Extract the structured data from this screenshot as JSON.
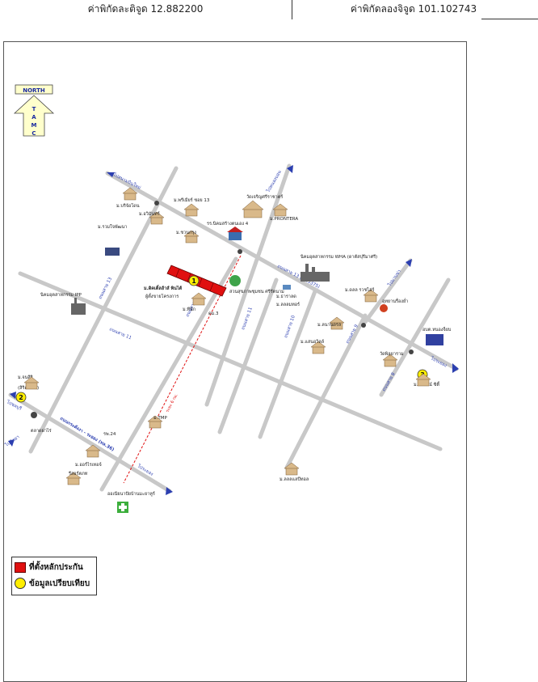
{
  "header": {
    "latitude": "ค่าพิกัดละติจูด 12.882200",
    "longitude": "ค่าพิกัดลองจิจูด 101.102743"
  },
  "compass": {
    "line1": "NORTH",
    "letters": [
      "T",
      "A",
      "M",
      "C"
    ]
  },
  "markers": [
    {
      "num": "1",
      "label": "ม.ดิคเติ้ลฮ้าส์ พินไต้",
      "sublabel": "ผู้ตั้งขายโครงการ"
    },
    {
      "num": "2",
      "label": "ม.จนสิริ",
      "sublabel": "(สิริคา 28)"
    },
    {
      "num": "3",
      "label": "ม.อัวารณ์ ซิตี้"
    }
  ],
  "roads": {
    "r13": "ถนนสาย 13 (ทล.3375)",
    "r11": "ถนนสาย 11",
    "r36": "ถนนกระดังงา - ระยอง (ทล.36)",
    "r_vertical": [
      "ถนนสาย 12",
      "ถนนสาย 11",
      "ถนนสาย 10",
      "ถนนสาย 9",
      "ถนนสาย 8"
    ],
    "r_left": "ถนนสาย 13"
  },
  "directions": {
    "to_banchang": "ไปสนามบินใหม่",
    "to_pluakdaeng_top": "ไปหนองบอน",
    "to_rayong_right": "ไประยอง",
    "to_rayong_top": "ไปมาบข่า",
    "to_chonburi_left": "ไปชลบุรี",
    "to_sattahip": "ไปพัทยา",
    "to_rayong_bottom": "ไประยอง"
  },
  "places": [
    "ม.บริจ้อโดน",
    "ม.อวิมันทร์",
    "ม.รวมใจพัฒนา",
    "นิคมอุตสาหกรรม IPP",
    "ม.พรีเมียร์ ซอย 13",
    "วัดเจริญศรีราชาตร์",
    "ม.ชวนกรุง",
    "ม.PRONTERA",
    "รร.นิคมสร้างตนเอง 4",
    "นิคมอุตสาหกรรม WHA (ดาตัสปุรีมาศรี)",
    "สวนสุขภาพชุมชน ศรีรัตนาม",
    "ม.ทีนัก",
    "ดม.3",
    "ม.ธาราลด",
    "ม.ลลลมทอร์",
    "ม.ดลล รวชไฮ่ร์",
    "ม.ลนานดรล",
    "ม.แสนอวิลล์",
    "อุทยานรื่องย่ำ",
    "วัดพิลุยาราม",
    "อบต.หนองจ็ยบ",
    "ม.TMP",
    "รพ.24",
    "ตลาดผ่าไร่",
    "ม.ออร์ไรเทอจ์",
    "รีสอร์ตภท",
    "ม.ลลลแลปีทอล",
    "ออเนียนาปัยบ้านมะยาหูร์",
    "ระยะ 6 กม."
  ],
  "legend": {
    "property_label": "ที่ตั้งหลักประกัน",
    "comparable_label": "ข้อมูลเปรียบเทียบ"
  },
  "colors": {
    "road": "#c8c8c8",
    "property": "#e01010",
    "comparable": "#ffee00",
    "road_label": "#2c3fb0",
    "compass_fill": "#ffffcc"
  }
}
